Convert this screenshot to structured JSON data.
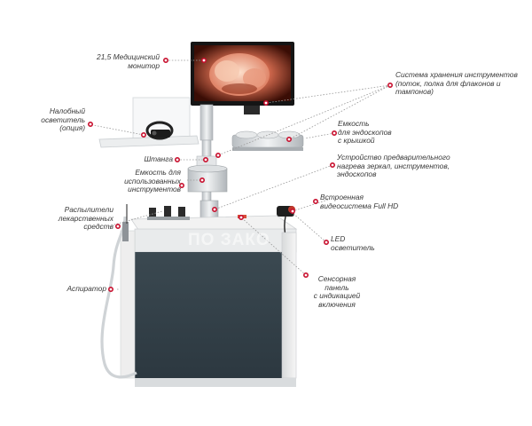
{
  "colors": {
    "marker": "#c8102e",
    "leader": "#9a9a9a",
    "label_text": "#3a3a3a",
    "cabinet": "#33414a",
    "cabinet_top": "#ececec",
    "steel": "#cfd3d6"
  },
  "callouts": {
    "monitor": {
      "lines": [
        "21,5 Медицинский",
        "монитор"
      ]
    },
    "headlight": {
      "lines": [
        "Налобный",
        "осветитель",
        "(опция)"
      ]
    },
    "rod": {
      "lines": [
        "Штанга"
      ]
    },
    "used_container": {
      "lines": [
        "Емкость для",
        "использованных",
        "инструментов"
      ]
    },
    "sprayers": {
      "lines": [
        "Распылители",
        "лекарственных",
        "средств"
      ]
    },
    "aspirator": {
      "lines": [
        "Аспиратор"
      ]
    },
    "storage": {
      "lines": [
        "Система хранения инструментов",
        "(поток, полка для флаконов и",
        "тампонов)"
      ]
    },
    "endoscope_container": {
      "lines": [
        "Емкость",
        "для эндоскопов",
        "с крышкой"
      ]
    },
    "preheat": {
      "lines": [
        "Устройство предварительного",
        "нагрева зеркал, инструментов,",
        "эндоскопов"
      ]
    },
    "video": {
      "lines": [
        "Встроенная",
        "видеосистема Full HD"
      ]
    },
    "led": {
      "lines": [
        "LED",
        "осветитель"
      ]
    },
    "sensor": {
      "lines": [
        "Сенсорная",
        "панель",
        "с индикацией",
        "включения"
      ]
    }
  },
  "watermark": "ПО ЗАКО",
  "icons": {
    "monitor": "monitor-icon",
    "headlight": "headlight-icon",
    "camera": "camera-icon"
  }
}
